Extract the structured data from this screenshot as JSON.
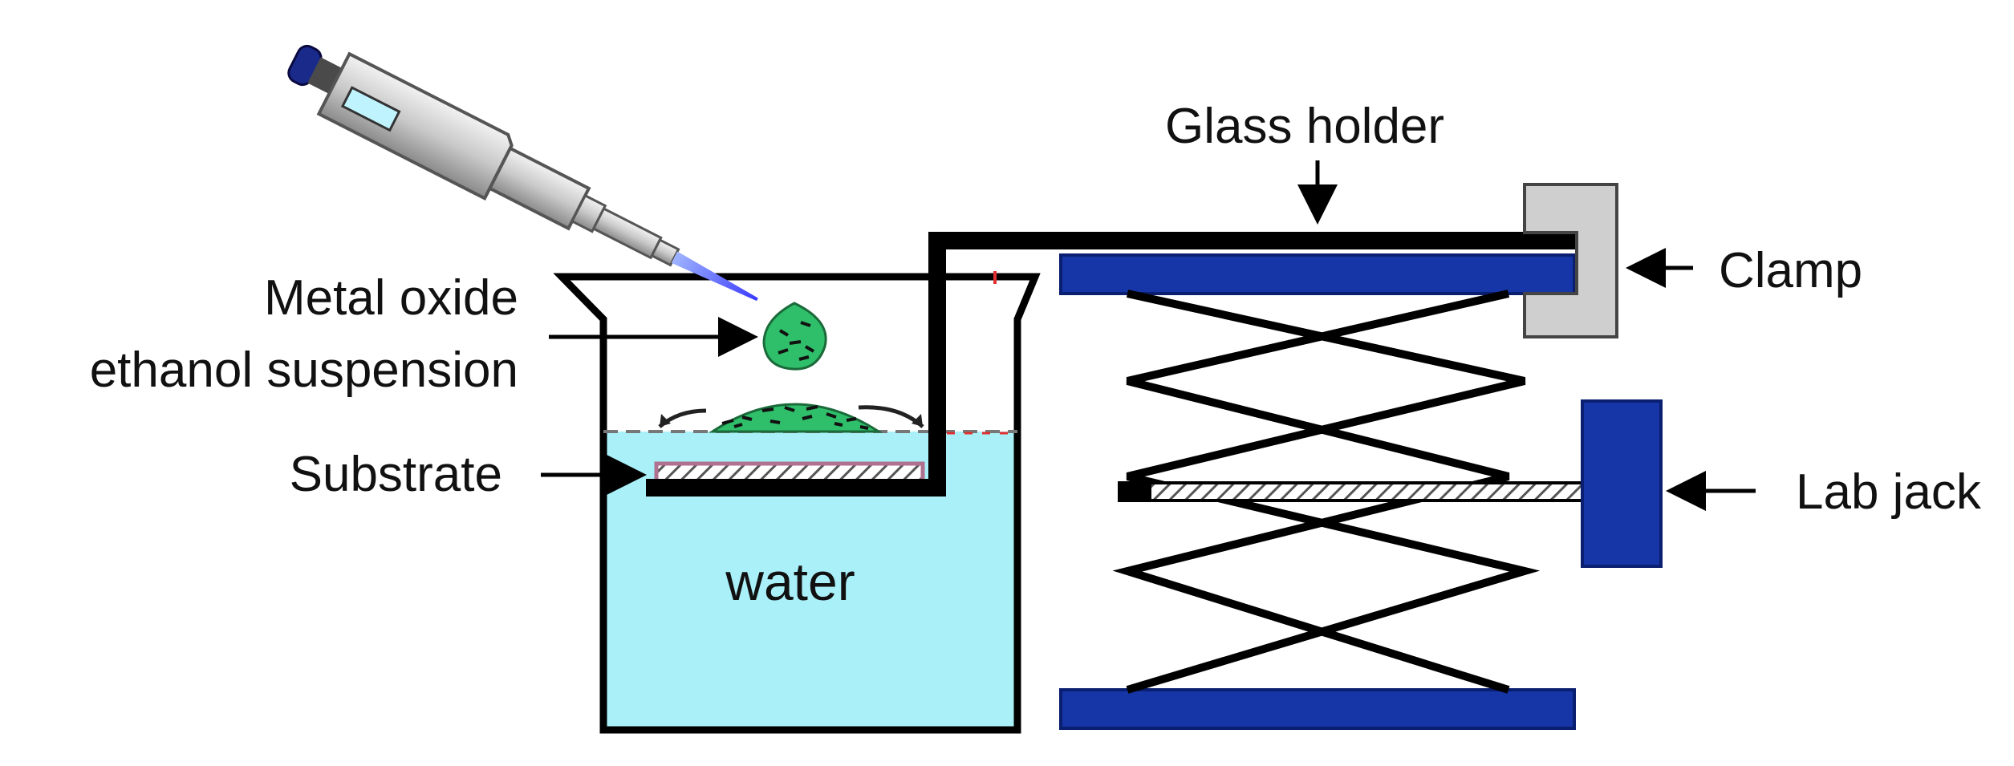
{
  "labels": {
    "glass_holder": "Glass holder",
    "clamp": "Clamp",
    "suspension_line1": "Metal oxide",
    "suspension_line2": "ethanol suspension",
    "substrate": "Substrate",
    "lab_jack": "Lab jack",
    "water": "water"
  },
  "colors": {
    "water": "#aaf0f8",
    "suspension": "#2fbf6a",
    "jack_plate": "#1636a8",
    "clamp": "#cfcfcf",
    "substrate": "#b07090",
    "outline": "#000000"
  }
}
